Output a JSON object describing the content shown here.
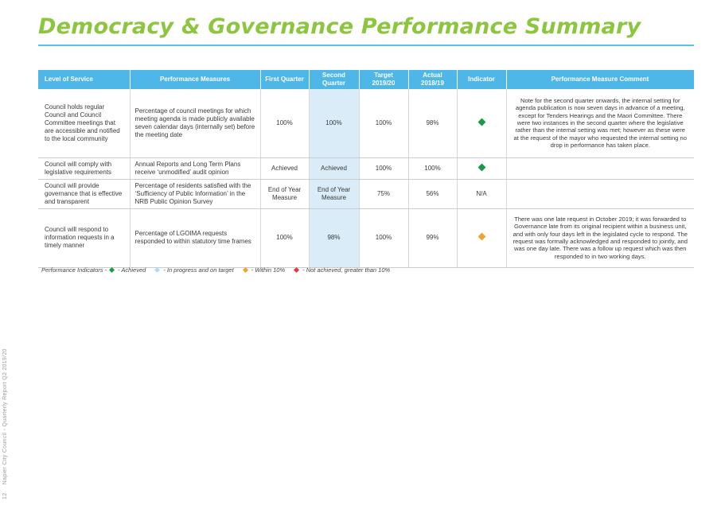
{
  "page": {
    "title": "Democracy & Governance Performance Summary",
    "page_number": "12",
    "footer": "Napier City Council - Quarterly Report Q2 2019/20"
  },
  "colors": {
    "title": "#8cc63f",
    "header_bg": "#4fb7e8",
    "second_quarter_bg": "#d9ecf8",
    "achieved": "#1a9a48",
    "in_progress": "#b6d9ef",
    "within_10": "#f0a22e",
    "not_achieved": "#e03a3e"
  },
  "table": {
    "headers": {
      "level": "Level of Service",
      "measures": "Performance Measures",
      "q1": "First Quarter",
      "q2": "Second Quarter",
      "target": "Target 2019/20",
      "actual": "Actual 2018/19",
      "indicator": "Indicator",
      "comment": "Performance Measure Comment"
    },
    "rows": [
      {
        "level": "Council holds regular Council and Council Committee meetings that are accessible and notified to the local community",
        "measure": "Percentage of council meetings for which meeting agenda is made publicly available seven calendar days (internally set) before the meeting date",
        "q1": "100%",
        "q2": "100%",
        "target": "100%",
        "actual": "98%",
        "indicator": "achieved",
        "indicator_text": "",
        "comment": "Note for the second quarter onwards, the internal setting for agenda publication is now seven days in advance of a meeting, except for Tenders Hearings and the Maori Committee. There were two instances in the second quarter where the legislative rather than the internal setting was met; however as these were at the request of the mayor who requested the internal setting no drop in performance has taken place."
      },
      {
        "level": "Council will comply with legislative requirements",
        "measure": "Annual Reports and Long Term Plans receive ‘unmodified’ audit opinion",
        "q1": "Achieved",
        "q2": "Achieved",
        "target": "100%",
        "actual": "100%",
        "indicator": "achieved",
        "indicator_text": "",
        "comment": ""
      },
      {
        "level": "Council will provide governance that is effective and transparent",
        "measure": "Percentage of residents satisfied with the ‘Sufficiency of Public Information’ in the NRB Public Opinion Survey",
        "q1": "End of Year Measure",
        "q2": "End of Year Measure",
        "target": "75%",
        "actual": "56%",
        "indicator": "none",
        "indicator_text": "N/A",
        "comment": ""
      },
      {
        "level": "Council will respond to information requests in a timely manner",
        "measure": "Percentage of LGOIMA requests responded to within statutory time frames",
        "q1": "100%",
        "q2": "98%",
        "target": "100%",
        "actual": "99%",
        "indicator": "within_10",
        "indicator_text": "",
        "comment": "There was one late request in October 2019; it was forwarded to Governance late from its original recipient within a business unit, and with only four days left in the legislated cycle to respond. The request was formally acknowledged and responded to jointly, and was one day late.  There was a follow up request which was then responded to in two working days."
      }
    ]
  },
  "legend": {
    "prefix": "Performance Indicators -",
    "achieved": "- Achieved",
    "in_progress": "- In progress and on target",
    "within_10": "- Within 10%",
    "not_achieved": "- Not achieved, greater than 10%"
  }
}
